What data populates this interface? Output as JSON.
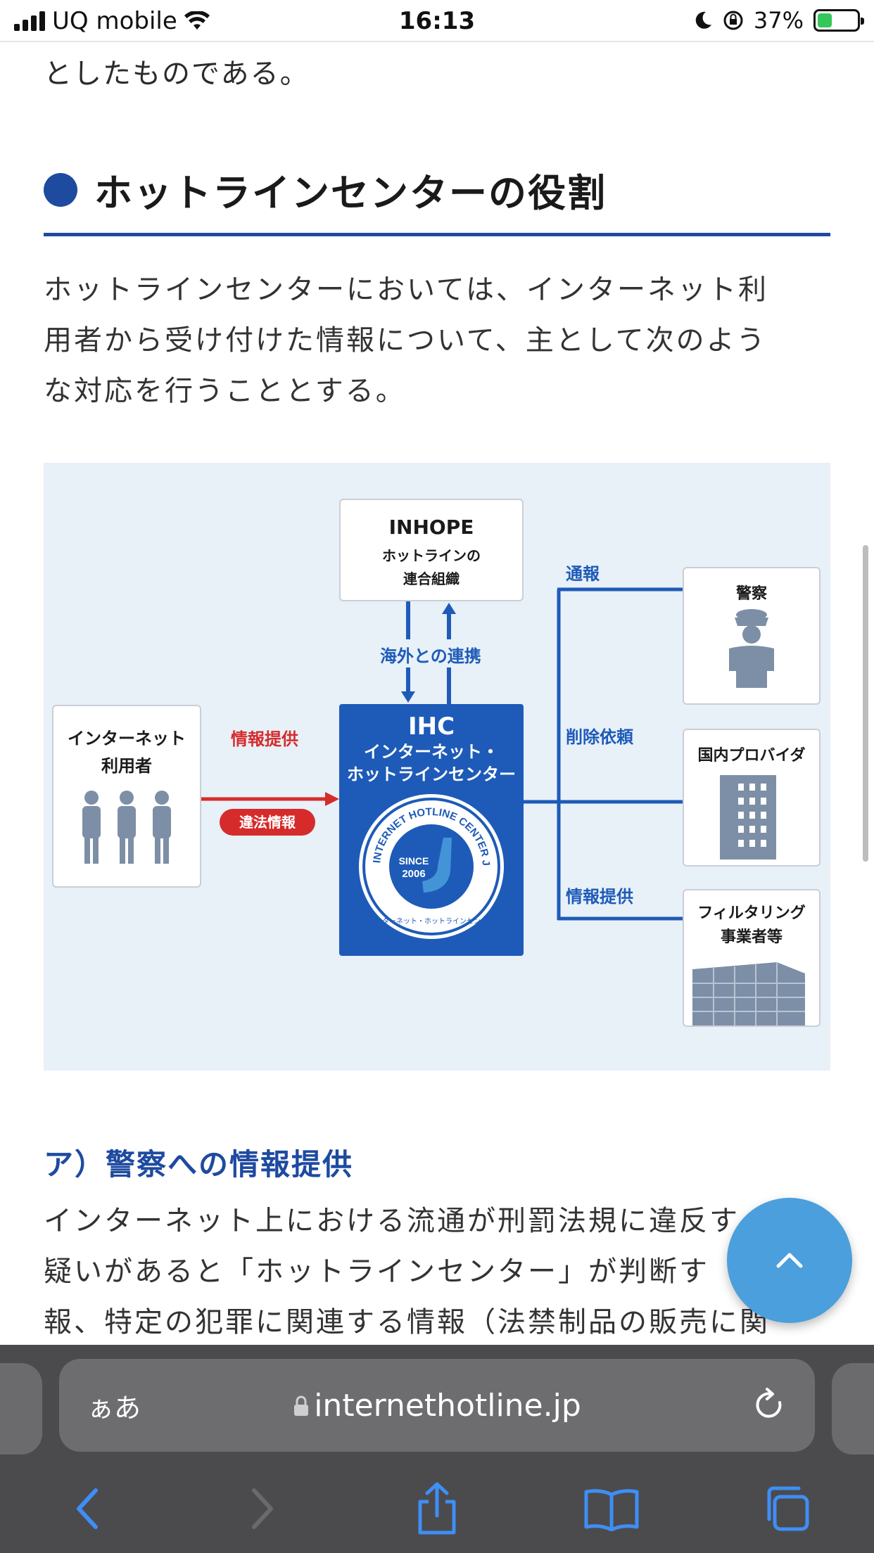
{
  "status_bar": {
    "carrier": "UQ mobile",
    "time": "16:13",
    "battery_percent": "37%",
    "battery_level": 0.37,
    "battery_color": "#34c759"
  },
  "article": {
    "previous_line": "としたものである。",
    "section_title": "ホットラインセンターの役割",
    "intro_lines": [
      "ホットラインセンターにおいては、インターネット利",
      "用者から受け付けた情報について、主として次のよう",
      "な対応を行うこととする。"
    ],
    "subheading": "ア）警察への情報提供",
    "body_lines": [
      "インターネット上における流通が刑罰法規に違反す",
      "疑いがあると「ホットラインセンター」が判断す",
      "報、特定の犯罪に関連する情報（法禁制品の販売に関"
    ]
  },
  "diagram": {
    "inhope": {
      "title": "INHOPE",
      "line1": "ホットラインの",
      "line2": "連合組織"
    },
    "overseas_label": "海外との連携",
    "users": {
      "line1": "インターネット",
      "line2": "利用者"
    },
    "provide_label": "情報提供",
    "illegal_badge": "違法情報",
    "ihc": {
      "title": "IHC",
      "line1": "インターネット・",
      "line2": "ホットラインセンター",
      "seal_ring_text": "INTERNET HOTLINE CENTER JAPAN",
      "seal_since": "SINCE",
      "seal_year": "2006",
      "seal_bottom": "インターネット・ホットラインセンター"
    },
    "branches": [
      {
        "label": "通報",
        "target": "警察"
      },
      {
        "label": "削除依頼",
        "target": "国内プロバイダ"
      },
      {
        "label": "情報提供",
        "target_line1": "フィルタリング",
        "target_line2": "事業者等"
      }
    ],
    "colors": {
      "blue": "#1e5bb8",
      "red": "#d62b2b",
      "bg": "#e8f0f8",
      "figure": "#7d8fa6"
    }
  },
  "browser": {
    "aa_label": "ぁあ",
    "url": "internethotline.jp",
    "icons": [
      "lock-icon",
      "reload-icon",
      "back-icon",
      "forward-icon",
      "share-icon",
      "bookmarks-icon",
      "tabs-icon"
    ]
  },
  "fab": {
    "icon": "chevron-up-icon"
  }
}
